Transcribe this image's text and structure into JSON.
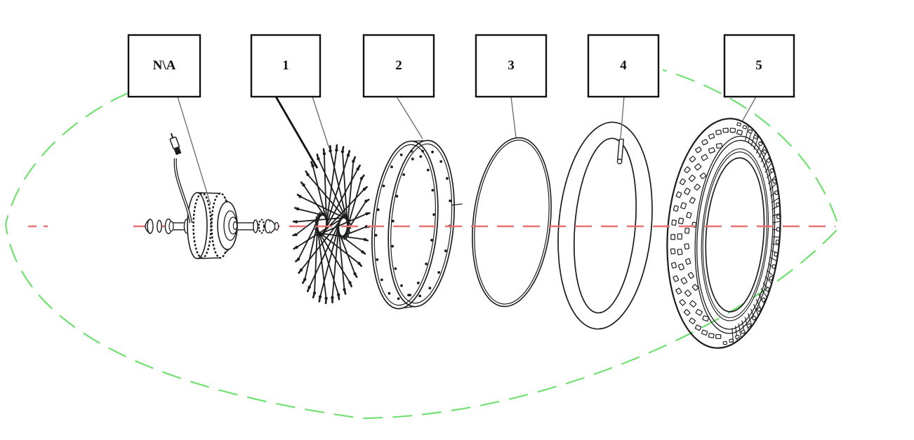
{
  "figure": {
    "labels": [
      {
        "text": "N\\A"
      },
      {
        "text": "1"
      },
      {
        "text": "2"
      },
      {
        "text": "3"
      },
      {
        "text": "4"
      },
      {
        "text": "5"
      }
    ],
    "colors": {
      "centerline_red": "#e87272",
      "boundary_green": "#70e070",
      "line_black": "#1c1c1c",
      "leader_gray": "#6a6a6a"
    }
  }
}
